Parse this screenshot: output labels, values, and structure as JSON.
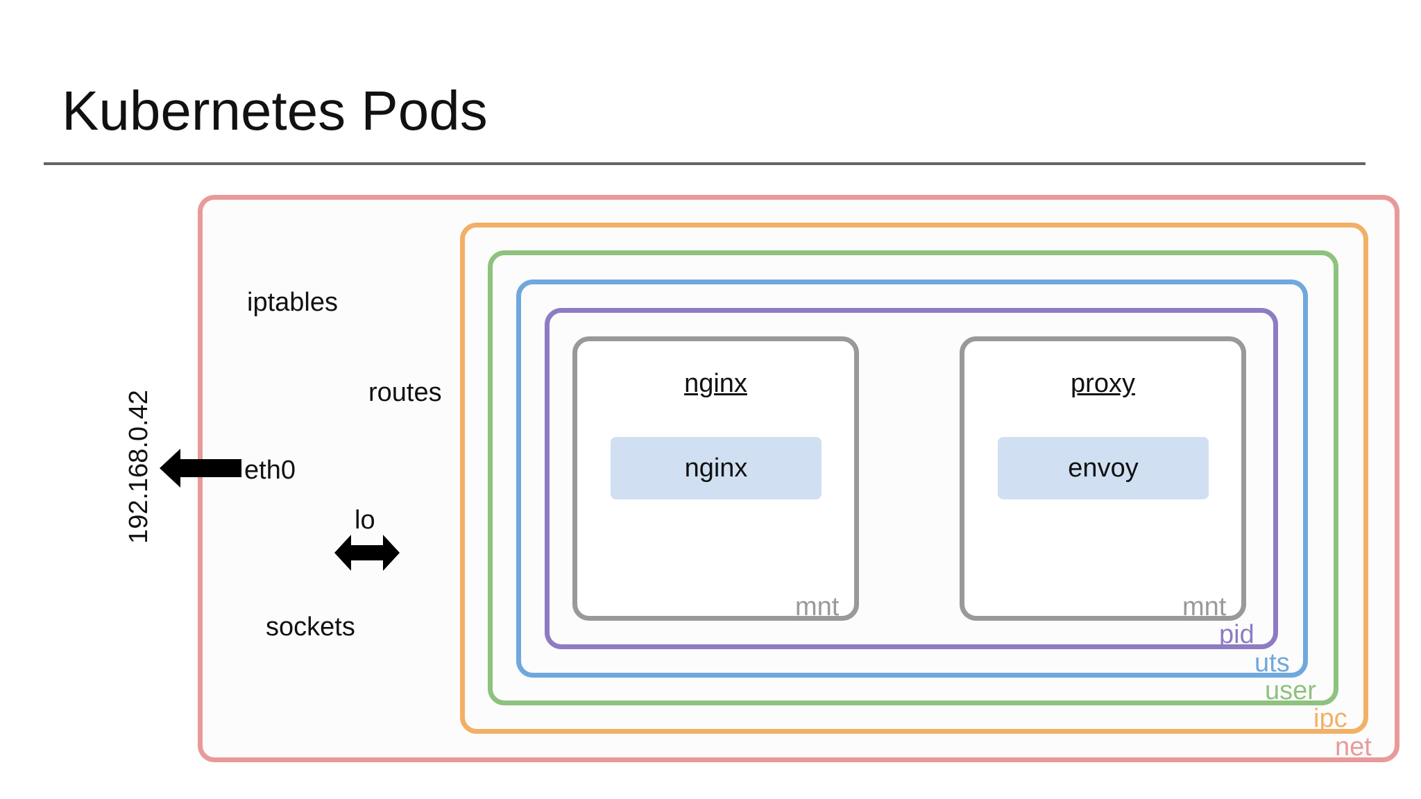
{
  "title": "Kubernetes Pods",
  "colors": {
    "net": "#e89a9a",
    "ipc": "#f2b066",
    "user": "#8ec27e",
    "uts": "#6fa8dc",
    "pid": "#8e7cc3",
    "mnt": "#999999",
    "process_fill": "#d0e0f2"
  },
  "namespaces": {
    "net": "net",
    "ipc": "ipc",
    "user": "user",
    "uts": "uts",
    "pid": "pid"
  },
  "network": {
    "ip": "192.168.0.42",
    "eth0": "eth0",
    "iptables": "iptables",
    "routes": "routes",
    "lo": "lo",
    "sockets": "sockets"
  },
  "containers": [
    {
      "name": "nginx",
      "process": "nginx",
      "ns_label": "mnt"
    },
    {
      "name": "proxy",
      "process": "envoy",
      "ns_label": "mnt"
    }
  ],
  "icons": {
    "eth0_arrow": "left-arrow-icon",
    "lo_arrow": "double-arrow-icon"
  }
}
